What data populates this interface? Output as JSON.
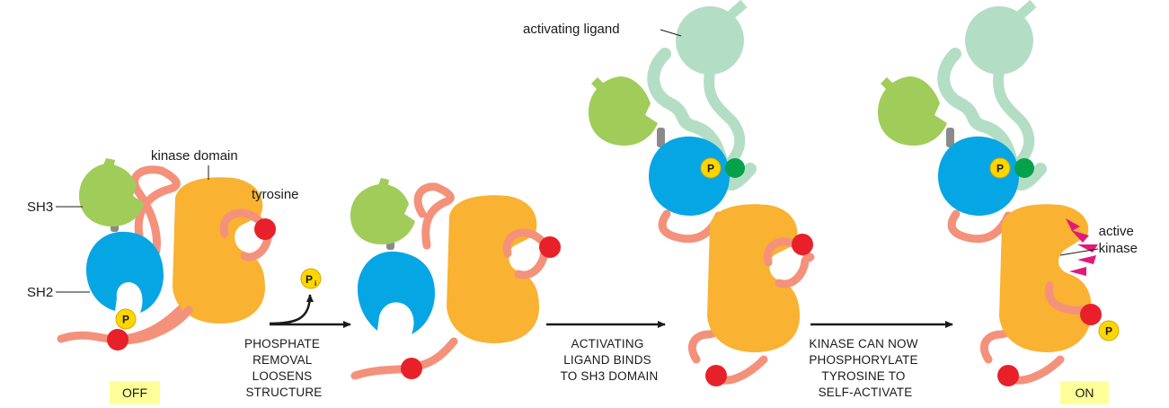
{
  "colors": {
    "sh3": "#a0cc5a",
    "sh2": "#06a6e4",
    "kinase": "#f9b231",
    "linker": "#f4917b",
    "ligand": "#b3dec5",
    "tyrosine": "#e8202a",
    "phosphate": "#ffd600",
    "ligand_site": "#05a14b",
    "spark": "#e2197a",
    "state_box": "#ffff99",
    "joint": "#8a8a8a"
  },
  "labels": {
    "sh3": "SH3",
    "sh2": "SH2",
    "kinase_domain": "kinase domain",
    "tyrosine": "tyrosine",
    "activating_ligand": "activating ligand",
    "active_kinase_line1": "active",
    "active_kinase_line2": "kinase",
    "phosphate": "P",
    "pi_main": "P",
    "pi_sub": "i"
  },
  "states": {
    "off": "OFF",
    "on": "ON"
  },
  "steps": [
    [
      "PHOSPHATE",
      "REMOVAL",
      "LOOSENS",
      "STRUCTURE"
    ],
    [
      "ACTIVATING",
      "LIGAND BINDS",
      "TO SH3 DOMAIN"
    ],
    [
      "KINASE CAN NOW",
      "PHOSPHORYLATE",
      "TYROSINE TO",
      "SELF-ACTIVATE"
    ]
  ]
}
